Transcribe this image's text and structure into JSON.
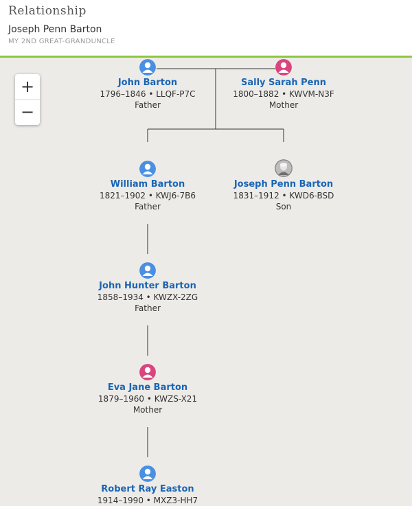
{
  "header": {
    "title": "Relationship",
    "subject": "Joseph Penn Barton",
    "relation": "MY 2ND GREAT-GRANDUNCLE"
  },
  "zoom": {
    "in_label": "+",
    "out_label": "−"
  },
  "colors": {
    "male": "#4a90e2",
    "female": "#d9457d",
    "accent": "#8cc63f",
    "link": "#1a65b5"
  },
  "people": [
    {
      "name": "John Barton",
      "dates": "1796–1846 • LLQF-P7C",
      "relation": "Father",
      "gender": "male"
    },
    {
      "name": "Sally Sarah Penn",
      "dates": "1800–1882 • KWVM-N3F",
      "relation": "Mother",
      "gender": "female"
    },
    {
      "name": "William Barton",
      "dates": "1821–1902 • KWJ6-7B6",
      "relation": "Father",
      "gender": "male"
    },
    {
      "name": "Joseph Penn Barton",
      "dates": "1831–1912 • KWD6-BSD",
      "relation": "Son",
      "gender": "photo"
    },
    {
      "name": "John Hunter Barton",
      "dates": "1858–1934 • KWZX-2ZG",
      "relation": "Father",
      "gender": "male"
    },
    {
      "name": "Eva Jane Barton",
      "dates": "1879–1960 • KWZS-X21",
      "relation": "Mother",
      "gender": "female"
    },
    {
      "name": "Robert Ray Easton",
      "dates": "1914–1990 • MXZ3-HH7",
      "relation": "",
      "gender": "male"
    }
  ]
}
